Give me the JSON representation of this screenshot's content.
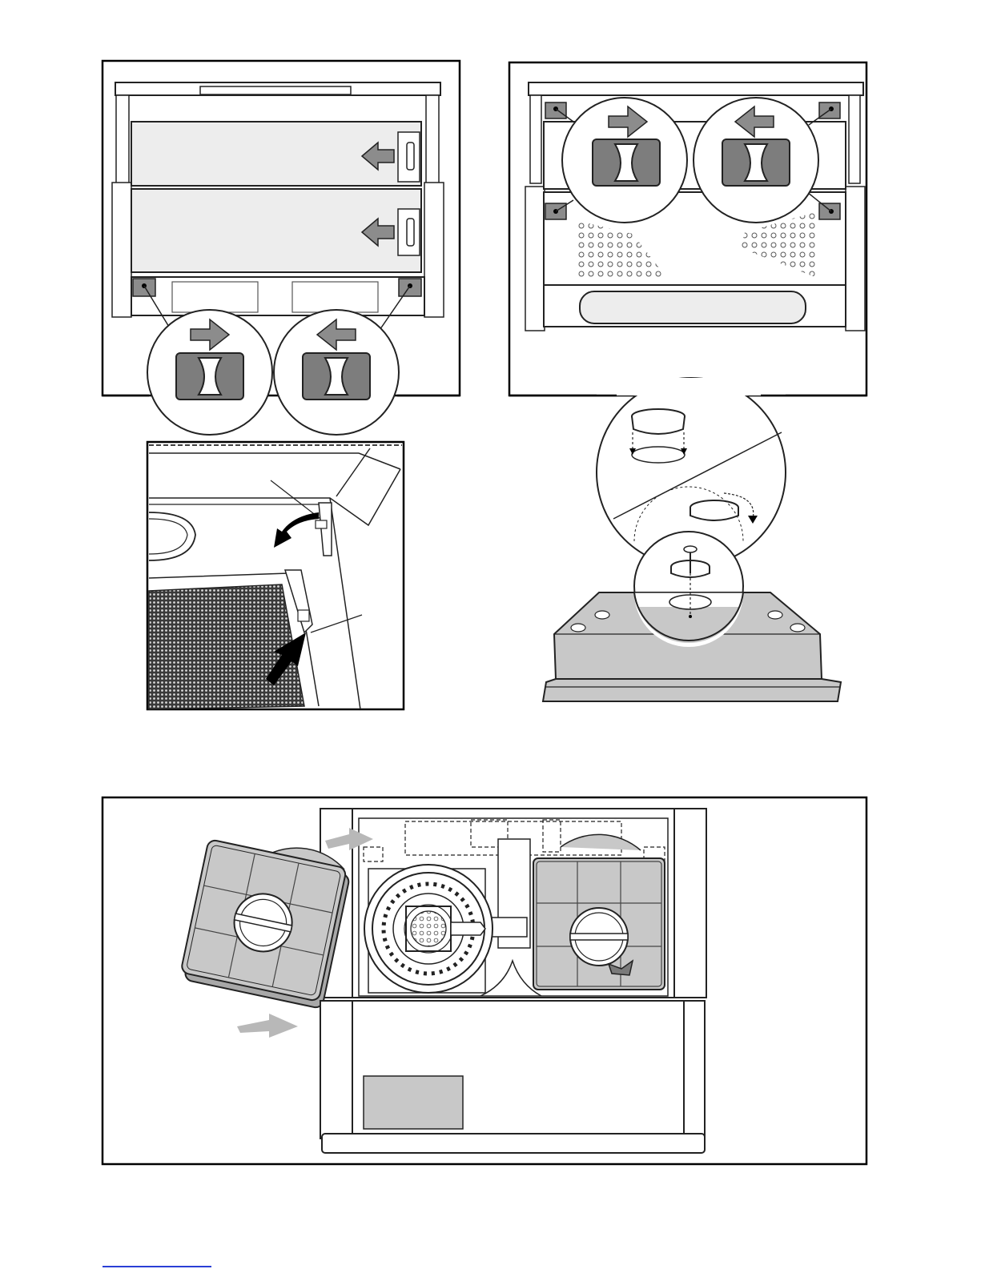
{
  "page": {
    "background": "#ffffff",
    "ink": "#1a1a1a"
  },
  "colors": {
    "panel_light": "#ededed",
    "panel_mid": "#c8c8c8",
    "panel_dark": "#7a7a7a",
    "arrow_fill": "#8c8c8c",
    "frame": "#000000",
    "blue_rule": "#2a3fd6"
  },
  "figures": [
    {
      "id": "fig-filter-panels",
      "description_icon": "slide-filter-panels-diagram"
    },
    {
      "id": "fig-release-latch",
      "description_icon": "latch-release-diagram"
    },
    {
      "id": "fig-clips-top",
      "description_icon": "clip-release-diagram"
    },
    {
      "id": "fig-ceiling-mount",
      "description_icon": "ceiling-mounting-diagram"
    },
    {
      "id": "fig-carbon-filter",
      "description_icon": "carbon-filter-install-diagram"
    }
  ]
}
